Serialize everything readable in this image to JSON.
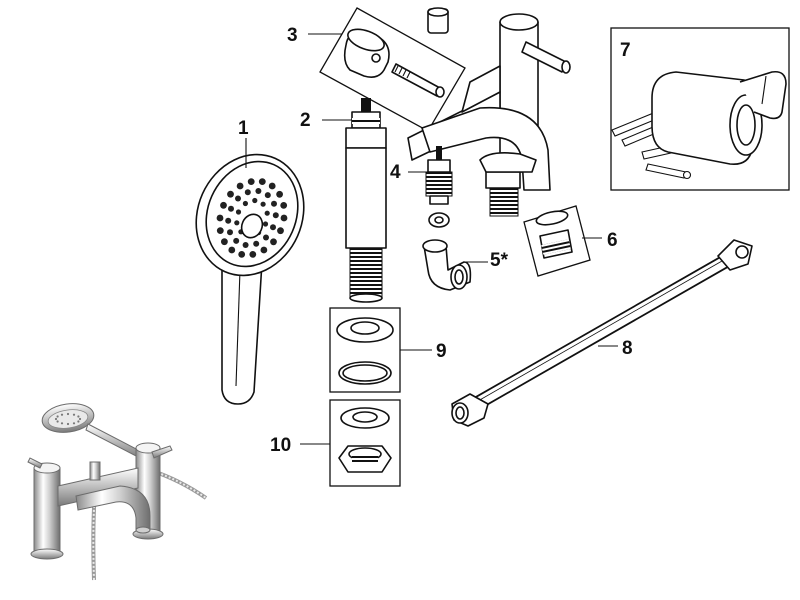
{
  "parts": [
    {
      "id": "hand-shower",
      "label": "1"
    },
    {
      "id": "valve-body-column",
      "label": "2"
    },
    {
      "id": "handle-kit",
      "label": "3"
    },
    {
      "id": "diverter-cartridge",
      "label": "4"
    },
    {
      "id": "hose-elbow-adaptor",
      "label": "5*"
    },
    {
      "id": "spout-aerator",
      "label": "6"
    },
    {
      "id": "shower-wall-bracket",
      "label": "7"
    },
    {
      "id": "shower-hose",
      "label": "8"
    },
    {
      "id": "washer-set",
      "label": "9"
    },
    {
      "id": "backnut-set",
      "label": "10"
    }
  ],
  "colors": {
    "line": "#111111",
    "chrome_light": "#f2f2f2",
    "chrome_dark": "#7a7a7a",
    "background": "#ffffff"
  },
  "icons": [
    "hand-shower-icon",
    "bath-shower-mixer-icon"
  ]
}
